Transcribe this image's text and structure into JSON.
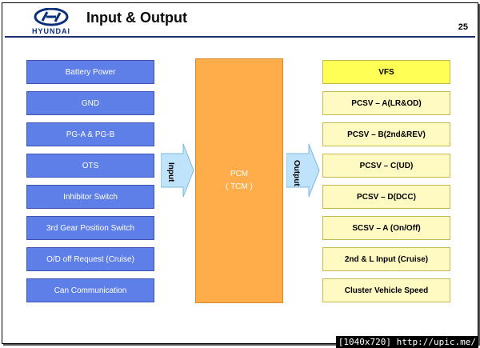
{
  "header": {
    "logo_text": "HYUNDAI",
    "title": "Input & Output",
    "page_number": "25"
  },
  "inputs": [
    "Battery Power",
    "GND",
    "PG-A & PG-B",
    "OTS",
    "Inhibitor Switch",
    "3rd Gear Position Switch",
    "O/D off Request (Cruise)",
    "Can Communication"
  ],
  "controller": {
    "line1": "PCM",
    "line2": "( TCM )"
  },
  "arrows": {
    "input_label": "Input",
    "output_label": "Output"
  },
  "outputs": [
    "VFS",
    "PCSV – A(LR&OD)",
    "PCSV – B(2nd&REV)",
    "PCSV – C(UD)",
    "PCSV – D(DCC)",
    "SCSV – A (On/Off)",
    "2nd & L Input (Cruise)",
    "Cluster Vehicle Speed"
  ],
  "footer": "[1040x720] http://upic.me/",
  "colors": {
    "input_box": "#5f7fe8",
    "output_box": "#fff9c2",
    "output_highlight": "#ffff55",
    "pcm_box": "#ffad4a",
    "arrow": "#bfe3fb"
  }
}
